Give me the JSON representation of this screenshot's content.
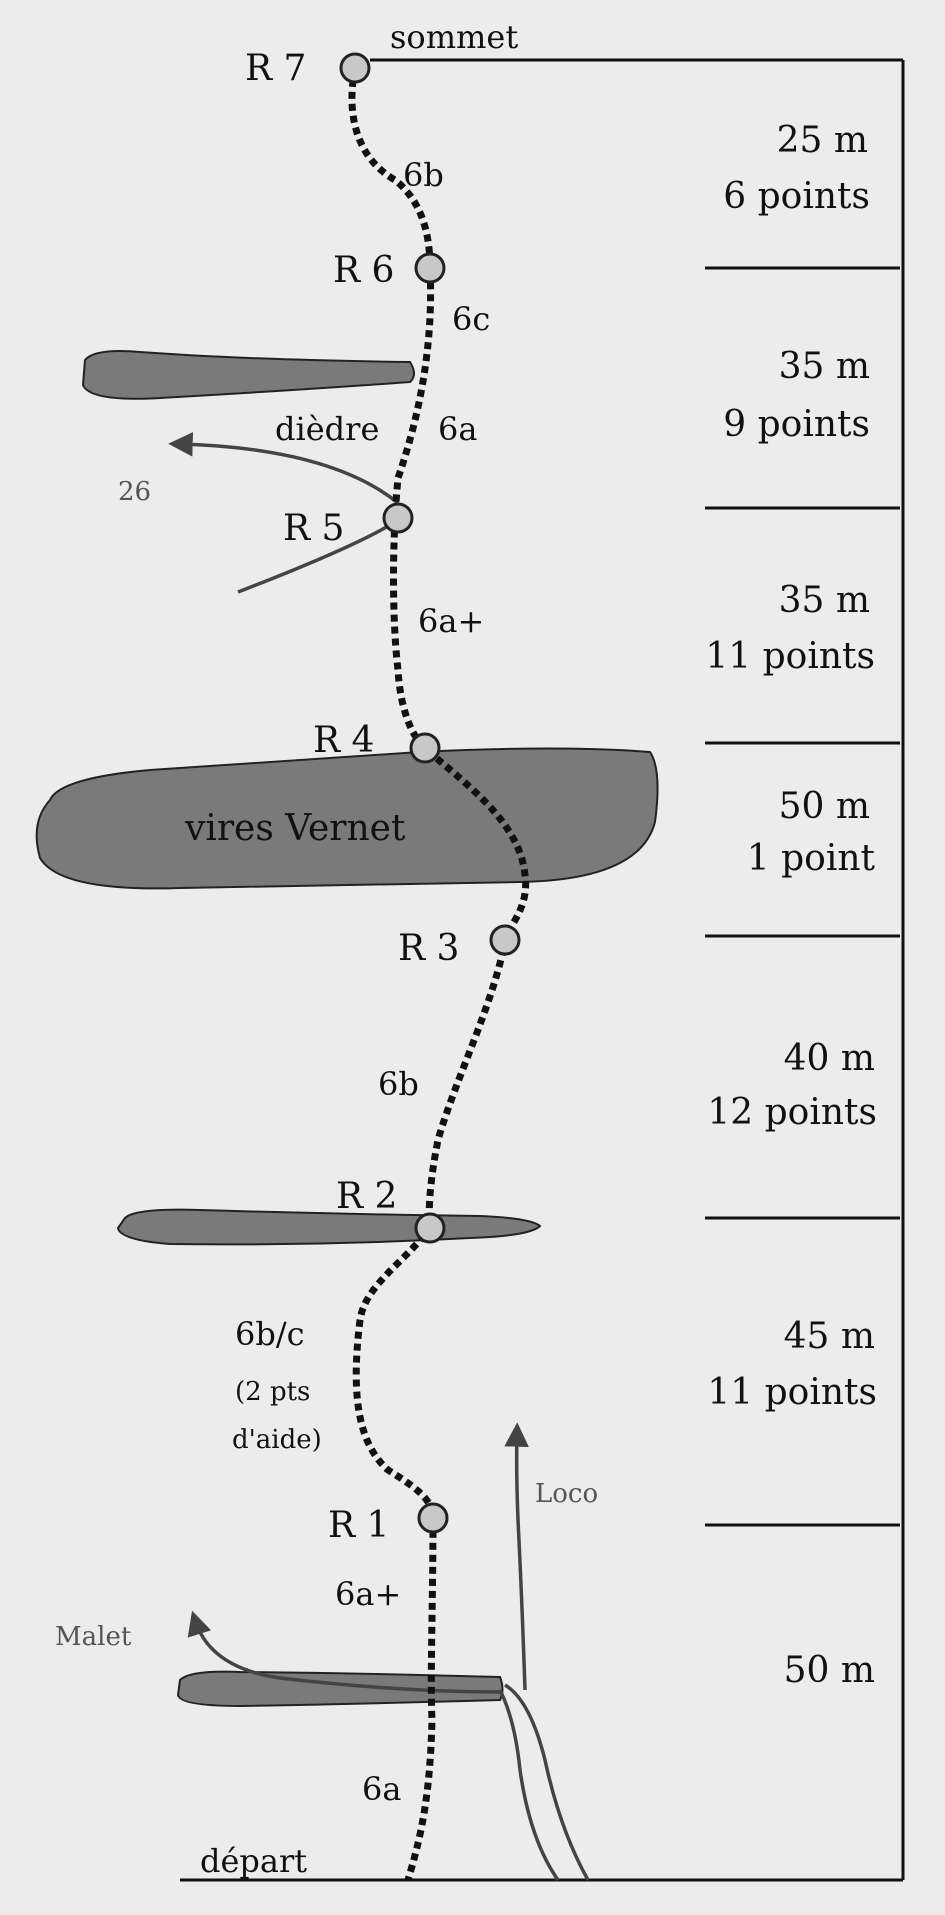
{
  "topo": {
    "summit_label": "sommet",
    "start_label": "départ",
    "belays": [
      "R 7",
      "R 6",
      "R 5",
      "R 4",
      "R 3",
      "R 2",
      "R 1"
    ],
    "grades": {
      "g1": "6b",
      "g2": "6c",
      "g3": "6a",
      "g4": "6a+",
      "g5": "6b",
      "g6": "6b/c",
      "g6_note1": "(2 pts",
      "g6_note2": "d'aide)",
      "g7": "6a+",
      "g8": "6a"
    },
    "features": {
      "dihedral": "dièdre",
      "ledge": "vires Vernet"
    },
    "other_routes": {
      "r26": "26",
      "loco": "Loco",
      "malet": "Malet"
    },
    "pitches": [
      {
        "length": "25 m",
        "points": "6 points"
      },
      {
        "length": "35 m",
        "points": "9 points"
      },
      {
        "length": "35 m",
        "points": "11 points"
      },
      {
        "length": "50 m",
        "points": "1  point"
      },
      {
        "length": "40 m",
        "points": "12 points"
      },
      {
        "length": "45 m",
        "points": "11 points"
      },
      {
        "length": "50 m",
        "points": ""
      }
    ],
    "colors": {
      "background": "#ececec",
      "ink": "#111111",
      "ledge_fill": "#7a7a7a",
      "belay_fill": "#c8c8c8",
      "variant_line": "#444444"
    }
  }
}
